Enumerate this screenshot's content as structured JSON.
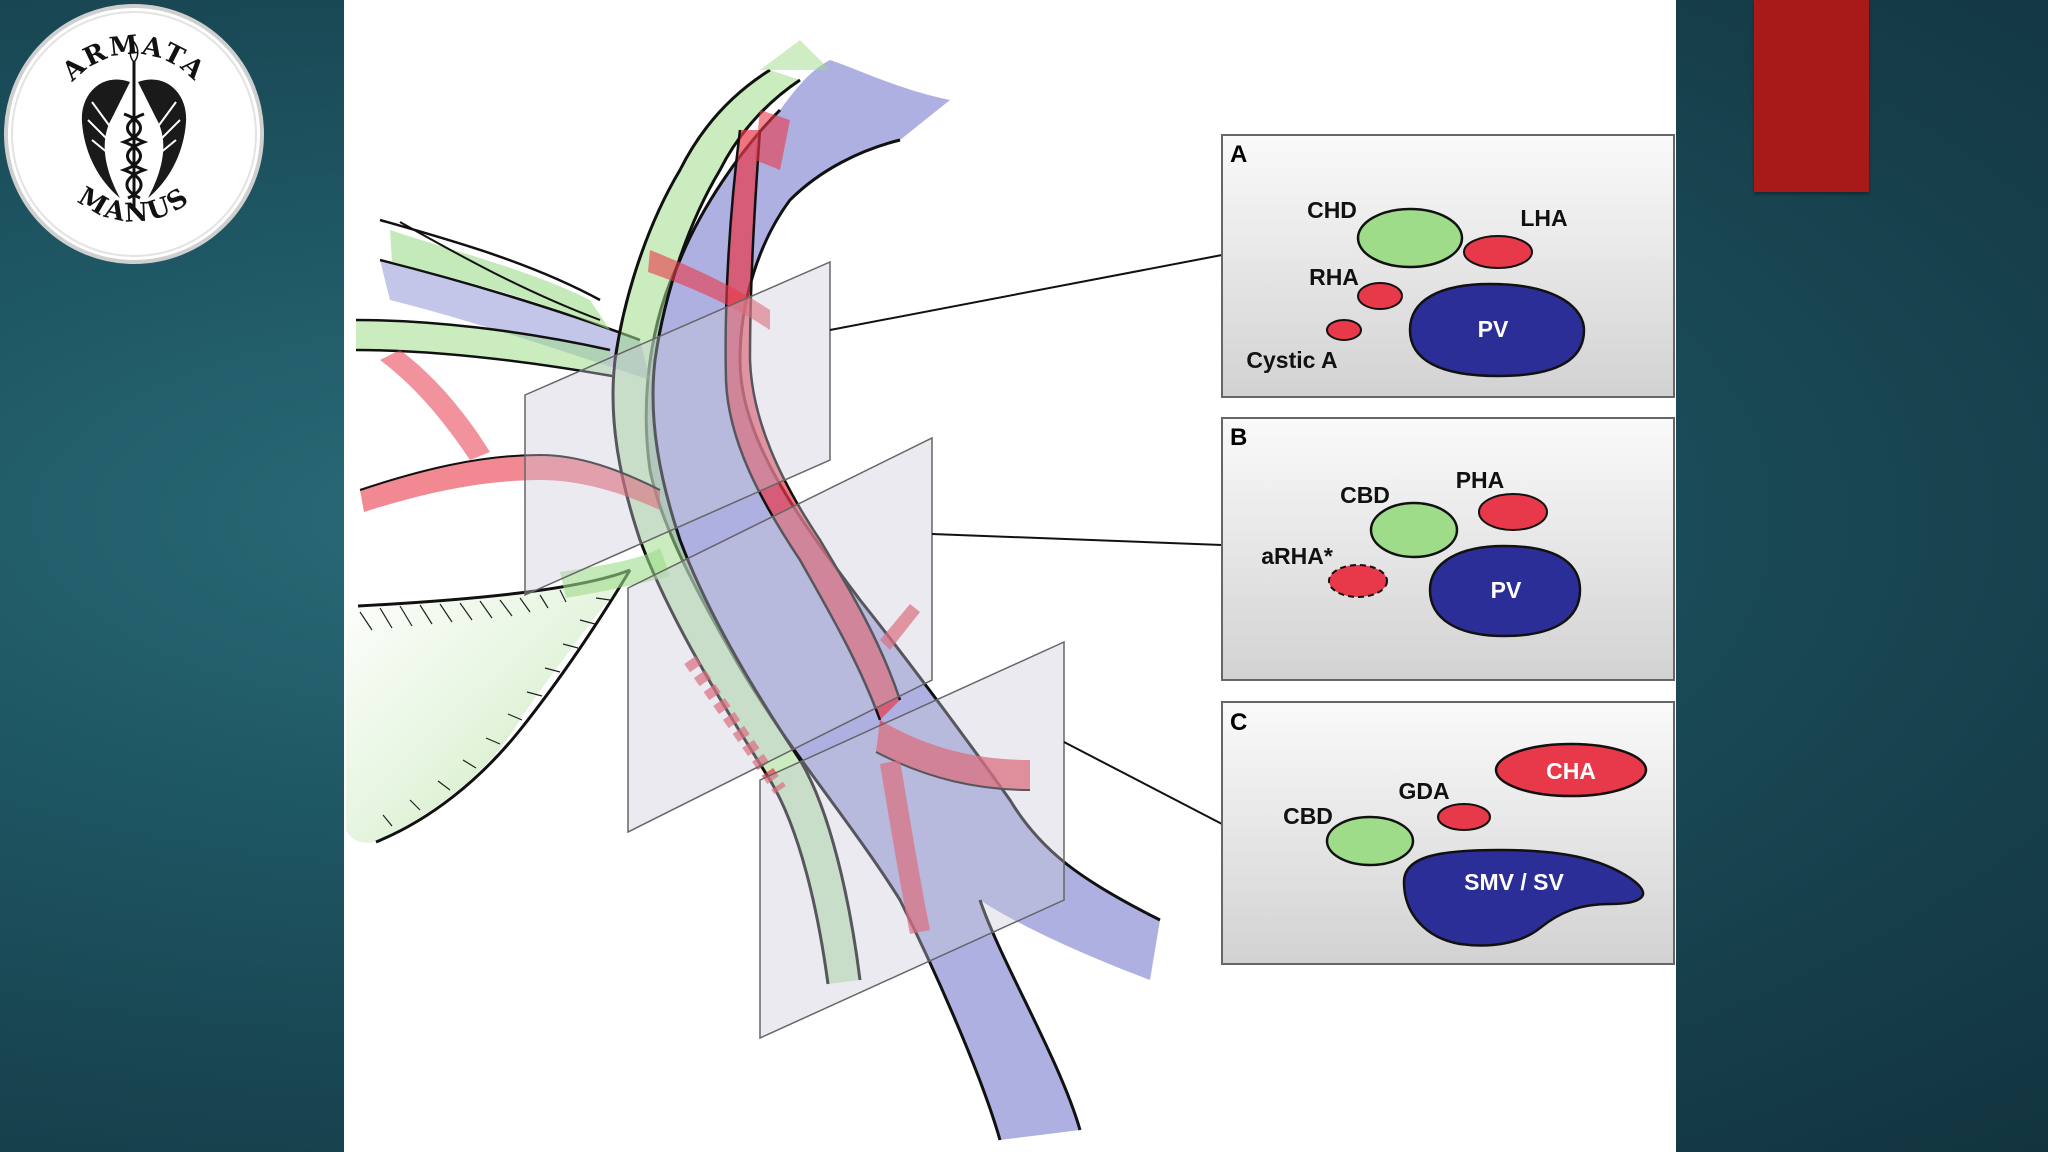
{
  "logo": {
    "top_text": "ARMATA",
    "bottom_text": "MANUS"
  },
  "panels": {
    "a": {
      "letter": "A",
      "labels": {
        "chd": "CHD",
        "lha": "LHA",
        "rha": "RHA",
        "pv": "PV",
        "cystic": "Cystic A"
      }
    },
    "b": {
      "letter": "B",
      "labels": {
        "cbd": "CBD",
        "pha": "PHA",
        "arha": "aRHA*",
        "pv": "PV"
      }
    },
    "c": {
      "letter": "C",
      "labels": {
        "cha": "CHA",
        "gda": "GDA",
        "cbd": "CBD",
        "smv": "SMV / SV"
      }
    }
  },
  "colors": {
    "bile_duct": "#9fdc8a",
    "artery": "#e8394a",
    "vein": "#2b2e96",
    "slide_accent": "#a8191a",
    "background": "#1e5663"
  }
}
